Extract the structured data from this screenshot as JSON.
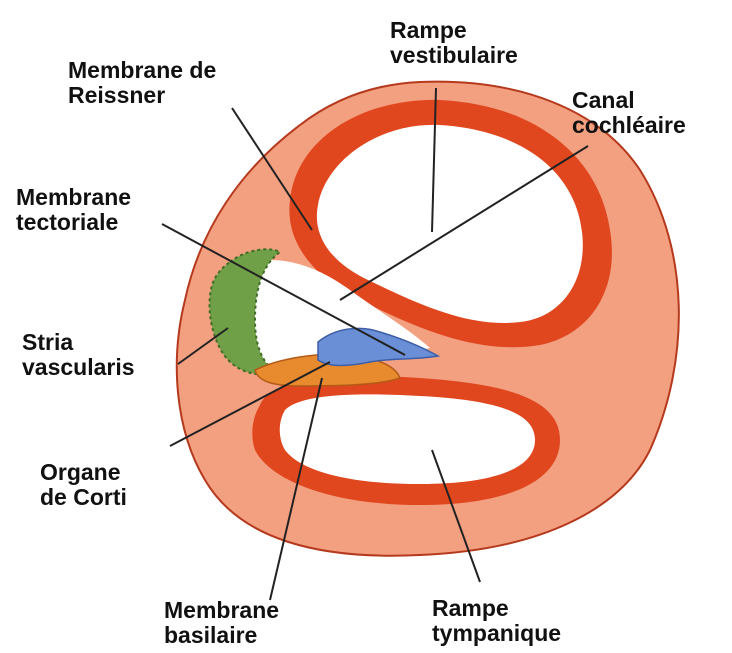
{
  "labels": {
    "reissner": {
      "line1": "Membrane de",
      "line2": "Reissner"
    },
    "vestibulaire": {
      "line1": "Rampe",
      "line2": "vestibulaire"
    },
    "cochleaire": {
      "line1": "Canal",
      "line2": "cochléaire"
    },
    "tectoriale": {
      "line1": "Membrane",
      "line2": "tectoriale"
    },
    "stria": {
      "line1": "Stria",
      "line2": "vascularis"
    },
    "corti": {
      "line1": "Organe",
      "line2": "de Corti"
    },
    "basilaire": {
      "line1": "Membrane",
      "line2": "basilaire"
    },
    "tympanique": {
      "line1": "Rampe",
      "line2": "tympanique"
    }
  },
  "colors": {
    "tissue": "#f3a080",
    "tissue_outline": "#b5391c",
    "duct_wall": "#e0471f",
    "duct_wall_dark": "#b8361a",
    "stria": "#6fa047",
    "tectorial": "#6b8fd6",
    "corti": "#e88a2e",
    "leader_line": "#222222"
  }
}
